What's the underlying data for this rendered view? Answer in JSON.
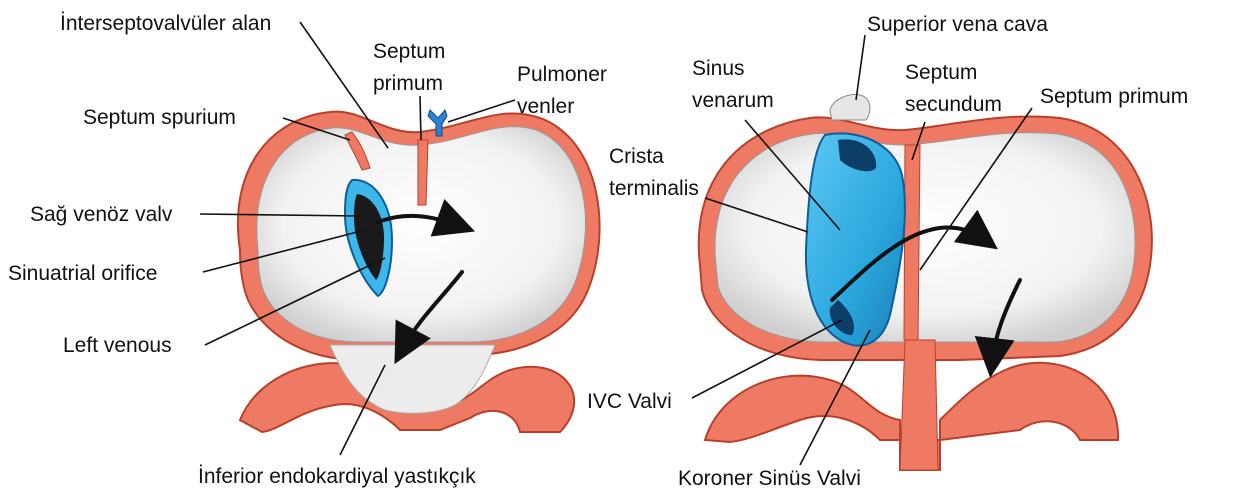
{
  "colors": {
    "tissue": "#ef7a63",
    "tissue_edge": "#b8402b",
    "venous_blue": "#3db7ea",
    "venous_dark": "#0d5e9a",
    "cavity": "#f6f6f6",
    "shadow": "#b9b9b9"
  },
  "left_figure": {
    "labels": {
      "interseptovalvuler": "İnterseptovalvüler alan",
      "septum_primum_1": "Septum",
      "septum_primum_2": "primum",
      "pulmoner_1": "Pulmoner",
      "pulmoner_2": "venler",
      "septum_spurium": "Septum spurium",
      "sag_venoz_valv": "Sağ venöz valv",
      "sinuatrial": "Sinuatrial orifice",
      "left_venous": "Left venous",
      "inferior_endokardiyal": "İnferior endokardiyal yastıkçık"
    }
  },
  "right_figure": {
    "labels": {
      "superior_vena_cava": "Superior vena cava",
      "sinus_venarum_1": "Sinus",
      "sinus_venarum_2": "venarum",
      "septum_secundum_1": "Septum",
      "septum_secundum_2": "secundum",
      "septum_primum": "Septum primum",
      "crista_1": "Crista",
      "crista_2": "terminalis",
      "ivc_valvi": "IVC Valvi",
      "koroner_sinus": "Koroner Sinüs Valvi"
    }
  }
}
